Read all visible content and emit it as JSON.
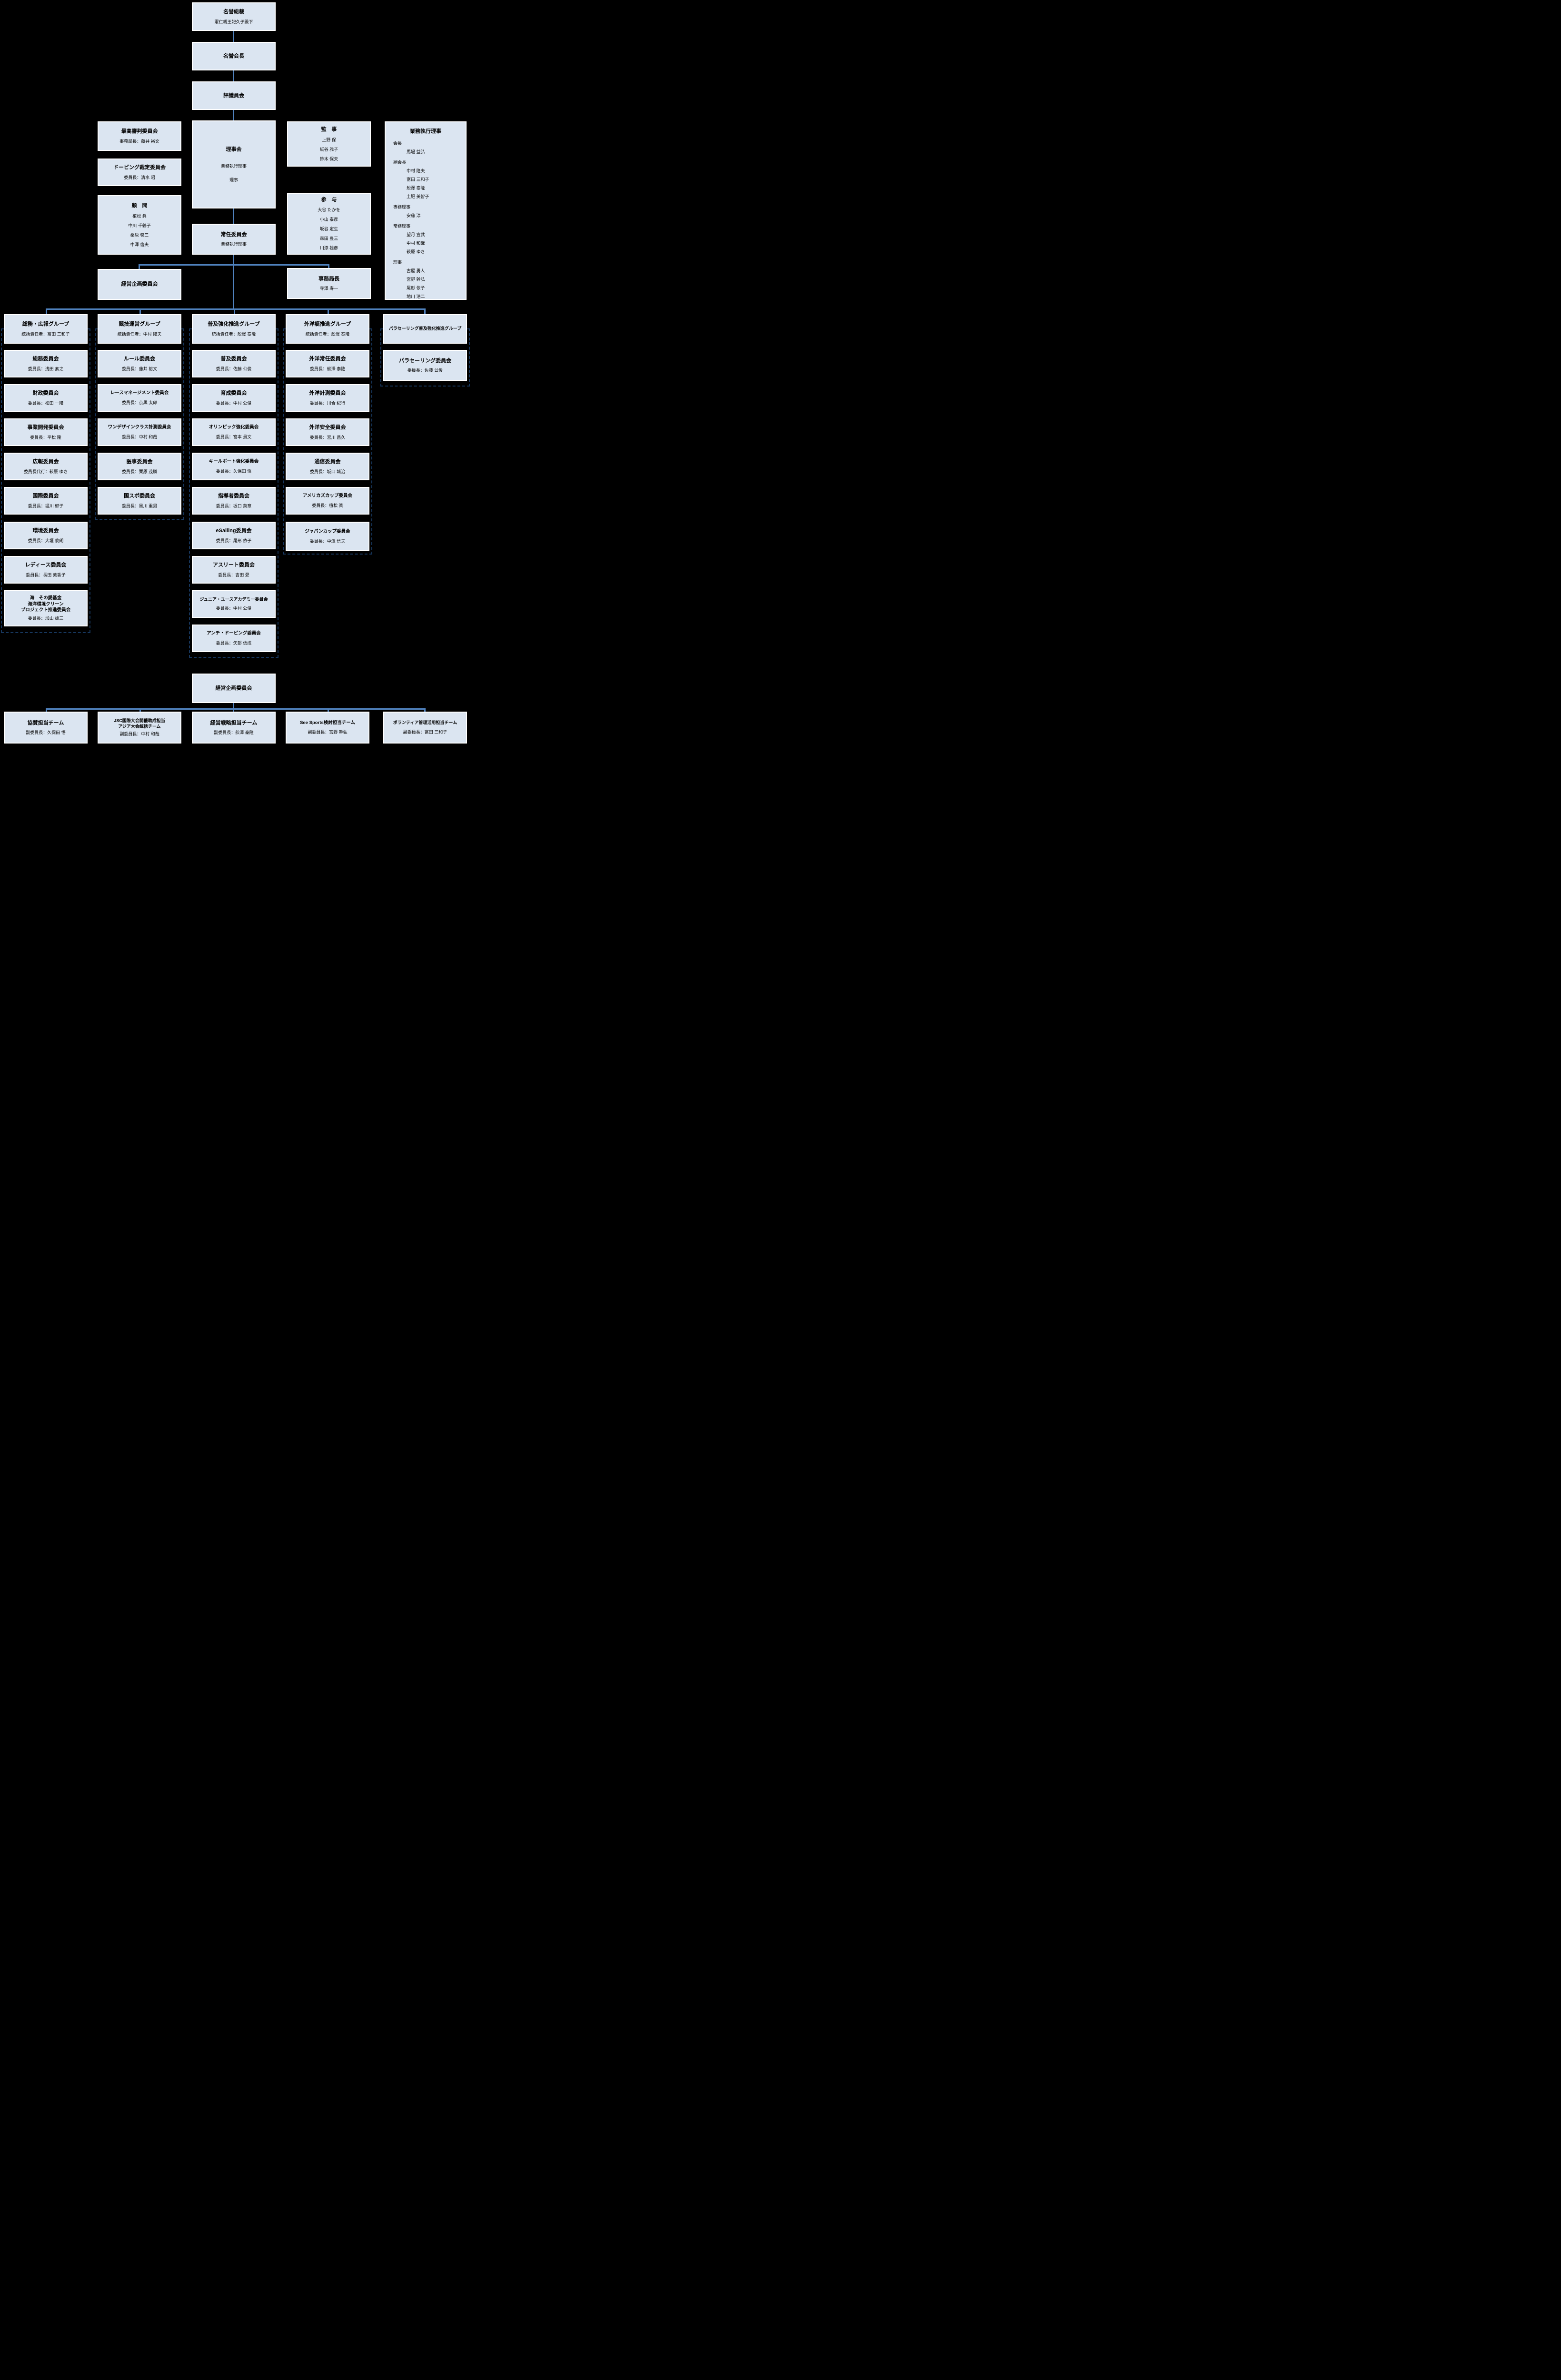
{
  "colors": {
    "background": "#000000",
    "box_fill": "#dbe5f1",
    "box_border": "#ffffff",
    "connector": "#4f81bd",
    "group_container_dash": "#17375e"
  },
  "top_chain": {
    "honorary_president": {
      "title": "名誉総裁",
      "name": "憲仁親王妃久子殿下"
    },
    "honorary_chairman": {
      "title": "名誉会長"
    },
    "council": {
      "title": "評議員会"
    },
    "board": {
      "title": "理事会",
      "line1": "業務執行理事",
      "line2": "理事"
    },
    "standing_committee": {
      "title": "常任委員会",
      "subtitle": "業務執行理事"
    }
  },
  "left": {
    "supreme_referee": {
      "title": "最高審判委員会",
      "subtitle": "事務局長：藤井 裕文"
    },
    "doping_panel": {
      "title": "ドーピング裁定委員会",
      "subtitle": "委員長：清水 昭"
    },
    "advisors": {
      "title": "顧　問",
      "members": [
        "植松 眞",
        "中川 千鶴子",
        "桑原 啓三",
        "中澤 信夫"
      ]
    },
    "management_planning": {
      "title": "経営企画委員会"
    }
  },
  "right": {
    "auditors": {
      "title": "監　事",
      "members": [
        "上野 保",
        "紙谷 雅子",
        "鈴木 保夫"
      ]
    },
    "sanyo": {
      "title": "参　与",
      "members": [
        "大谷 たかを",
        "小山 泰彦",
        "坂谷 定生",
        "森田 豊三",
        "川添 雄彦"
      ]
    },
    "executive_directors": {
      "title": "業務執行理事",
      "sections": [
        {
          "role": "会長",
          "names": [
            "馬場 益弘"
          ]
        },
        {
          "role": "副会長",
          "names": [
            "中村 隆夫",
            "富田 三和子",
            "舩澤 泰隆",
            "土肥 美智子"
          ]
        },
        {
          "role": "専務理事",
          "names": [
            "安藤 淳"
          ]
        },
        {
          "role": "常務理事",
          "names": [
            "望月 宣武",
            "中村 和哉",
            "萩原 ゆき"
          ]
        },
        {
          "role": "理事",
          "names": [
            "古屋 勇人",
            "宮野 幹弘",
            "尾形 依子",
            "地川 浩二"
          ]
        }
      ]
    },
    "secretary_general": {
      "title": "事務局長",
      "subtitle": "寺澤 寿一"
    }
  },
  "groups": [
    {
      "title": "総務・広報グループ",
      "subtitle": "統括責任者：富田 三和子",
      "committees": [
        {
          "title": "総務委員会",
          "subtitle": "委員長：浅田 素之"
        },
        {
          "title": "財政委員会",
          "subtitle": "委員長：松田 一隆"
        },
        {
          "title": "事業開発委員会",
          "subtitle": "委員長：平松 隆"
        },
        {
          "title": "広報委員会",
          "subtitle": "委員長代行：萩原 ゆき"
        },
        {
          "title": "国際委員会",
          "subtitle": "委員長：堀川 郁子"
        },
        {
          "title": "環境委員会",
          "subtitle": "委員長：大垣 俊朗"
        },
        {
          "title": "レディース委員会",
          "subtitle": "委員長：長田 美香子"
        },
        {
          "title": "海　その愛基金\n海洋環境クリーン\nプロジェクト推進委員会",
          "subtitle": "委員長：加山 雄三"
        }
      ]
    },
    {
      "title": "競技運営グループ",
      "subtitle": "統括責任者：中村 隆夫",
      "committees": [
        {
          "title": "ルール委員会",
          "subtitle": "委員長：藤井 裕文"
        },
        {
          "title": "レースマネージメント委員会",
          "subtitle": "委員長：京黒 太郎"
        },
        {
          "title": "ワンデザインクラス計測委員会",
          "subtitle": "委員長：中村 和哉"
        },
        {
          "title": "医事委員会",
          "subtitle": "委員長：栗原 茂勝"
        },
        {
          "title": "国スポ委員会",
          "subtitle": "委員長：黒川 重男"
        }
      ]
    },
    {
      "title": "普及強化推進グループ",
      "subtitle": "統括責任者：舩澤 泰隆",
      "committees": [
        {
          "title": "普及委員会",
          "subtitle": "委員長：佐藤 公俊"
        },
        {
          "title": "育成委員会",
          "subtitle": "委員長：中村 公俊"
        },
        {
          "title": "オリンピック強化委員会",
          "subtitle": "委員長：宮本 貴文"
        },
        {
          "title": "キールボート強化委員会",
          "subtitle": "委員長：久保田 悟"
        },
        {
          "title": "指導者委員会",
          "subtitle": "委員長：坂口 英章"
        },
        {
          "title": "eSailing委員会",
          "subtitle": "委員長：尾形 依子"
        },
        {
          "title": "アスリート委員会",
          "subtitle": "委員長：吉田 愛"
        },
        {
          "title": "ジュニア・ユースアカデミー委員会",
          "subtitle": "委員長：中村 公俊"
        },
        {
          "title": "アンチ・ドーピング委員会",
          "subtitle": "委員長：矢部 信成"
        }
      ]
    },
    {
      "title": "外洋艇推進グループ",
      "subtitle": "統括責任者：舩澤 泰隆",
      "committees": [
        {
          "title": "外洋常任委員会",
          "subtitle": "委員長：舩澤 泰隆"
        },
        {
          "title": "外洋計測委員会",
          "subtitle": "委員長：川合 紀行"
        },
        {
          "title": "外洋安全委員会",
          "subtitle": "委員長：宮川 昌久"
        },
        {
          "title": "通信委員会",
          "subtitle": "委員長：坂口 城治"
        },
        {
          "title": "アメリカズカップ委員会",
          "subtitle": "委員長：植松 眞"
        },
        {
          "title": "ジャパンカップ委員会",
          "subtitle": "委員長：中澤 信夫"
        }
      ]
    },
    {
      "title": "パラセーリング普及強化推進グループ",
      "subtitle": "",
      "committees": [
        {
          "title": "パラセーリング委員会",
          "subtitle": "委員長：佐藤 公俊"
        }
      ]
    }
  ],
  "bottom": {
    "management_planning": {
      "title": "経営企画委員会"
    },
    "teams": [
      {
        "title": "協賛担当チーム",
        "subtitle": "副委員長：久保田 悟"
      },
      {
        "title": "JSC国際大会開催助成担当\nアジア大会統括チーム",
        "subtitle": "副委員長：中村 和哉"
      },
      {
        "title": "経営戦略担当チーム",
        "subtitle": "副委員長：舩澤 泰隆"
      },
      {
        "title": "See Sports検討担当チーム",
        "subtitle": "副委員長：宮野 幹弘"
      },
      {
        "title": "ボランティア管理活用担当チーム",
        "subtitle": "副委員長：富田 三和子"
      }
    ]
  }
}
